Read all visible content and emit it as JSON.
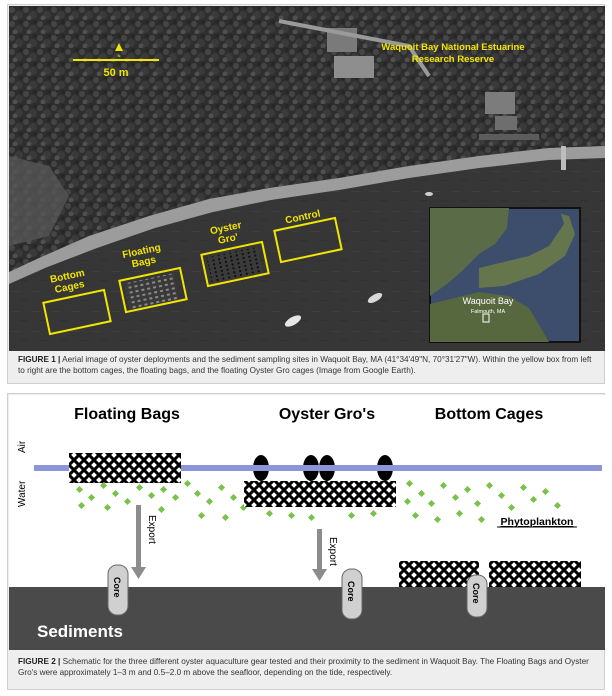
{
  "figure1": {
    "title": "Waquoit Bay National Estuarine\nResearch Reserve",
    "title_line1": "Waquoit Bay National Estuarine",
    "title_line2": "Research Reserve",
    "north_label": "N",
    "scale_label": "50 m",
    "boxes": [
      {
        "label_line1": "Bottom",
        "label_line2": "Cages"
      },
      {
        "label_line1": "Floating",
        "label_line2": "Bags"
      },
      {
        "label_line1": "Oyster",
        "label_line2": "Gro'"
      },
      {
        "label_line1": "Control",
        "label_line2": ""
      }
    ],
    "inset_label": "Waquoit Bay",
    "inset_sublabel": "Falmouth, MA",
    "caption_label": "FIGURE 1 |",
    "caption_text": " Aerial image of oyster deployments and the sediment sampling sites in Waquoit Bay, MA (41°34'49\"N, 70°31'27\"W). Within the yellow box from left to right are the bottom cages, the floating bags, and the floating Oyster Gro cages (Image from Google Earth)."
  },
  "figure2": {
    "headings": [
      "Floating Bags",
      "Oyster Gro's",
      "Bottom Cages"
    ],
    "air_label": "Air",
    "water_label": "Water",
    "export_label": "Export",
    "core_label": "Core",
    "phytoplankton_label": "Phytoplankton",
    "sediments_label": "Sediments",
    "caption_label": "FIGURE 2 |",
    "caption_text": " Schematic for the three different oyster aquaculture gear tested and their proximity to the sediment in Waquoit Bay. The Floating Bags and Oyster Gro's were approximately 1–3 m and 0.5–2.0 m above the seafloor, depending on the tide, respectively."
  },
  "colors": {
    "label_yellow": "#f2e600",
    "water_line": "#8a96d8",
    "phyto_green": "#79c24a",
    "sediment": "#4a4a4a",
    "arrow_gray": "#8c8c8c"
  }
}
